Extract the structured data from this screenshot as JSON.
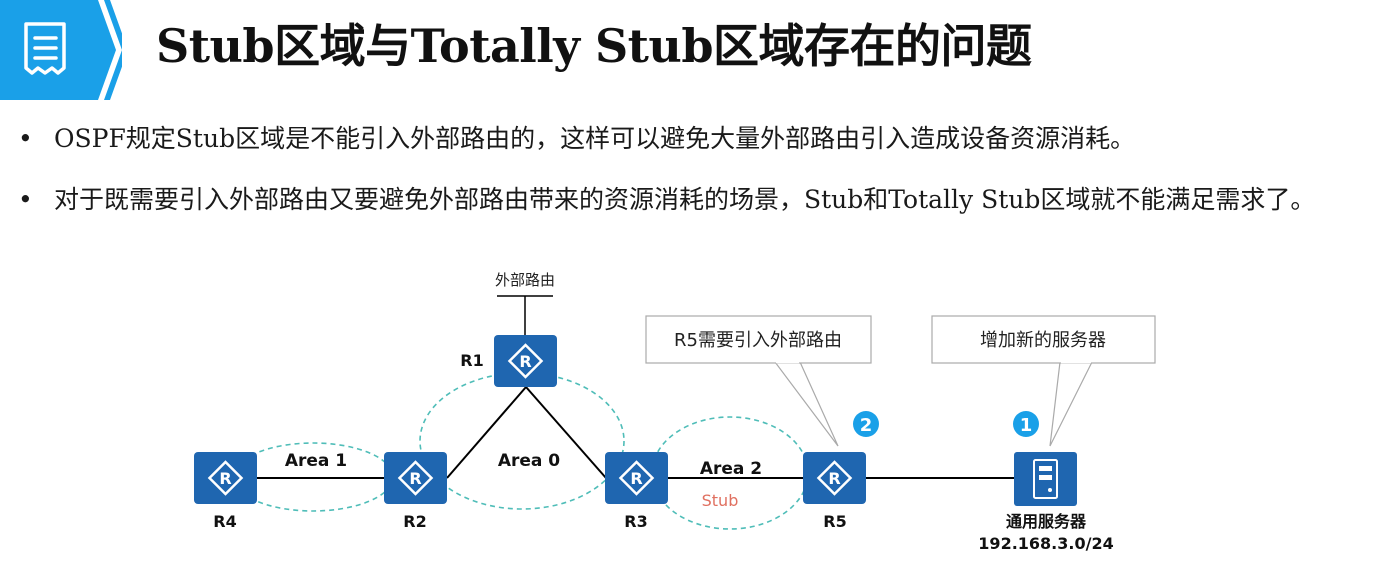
{
  "header": {
    "title": "Stub区域与Totally Stub区域存在的问题",
    "icon": "document-list-icon",
    "accent_color": "#1aa0e8"
  },
  "bullets": [
    {
      "text": "OSPF规定Stub区域是不能引入外部路由的，这样可以避免大量外部路由引入造成设备资源消耗。"
    },
    {
      "text": "对于既需要引入外部路由又要避免外部路由带来的资源消耗的场景，Stub和Totally Stub区域就不能满足需求了。"
    }
  ],
  "diagram": {
    "external_route_label": "外部路由",
    "routers": {
      "r1": "R1",
      "r2": "R2",
      "r3": "R3",
      "r4": "R4",
      "r5": "R5"
    },
    "areas": {
      "area0": "Area 0",
      "area1": "Area 1",
      "area2": "Area 2",
      "stub": "Stub"
    },
    "callouts": {
      "r5": "R5需要引入外部路由",
      "server": "增加新的服务器"
    },
    "badges": {
      "one": "1",
      "two": "2"
    },
    "server": {
      "name": "通用服务器",
      "subnet": "192.168.3.0/24"
    },
    "colors": {
      "router_fill": "#1f66b0",
      "area_dash": "#4fbdb8",
      "badge": "#1aa0e8",
      "stub_text": "#e07060"
    }
  }
}
